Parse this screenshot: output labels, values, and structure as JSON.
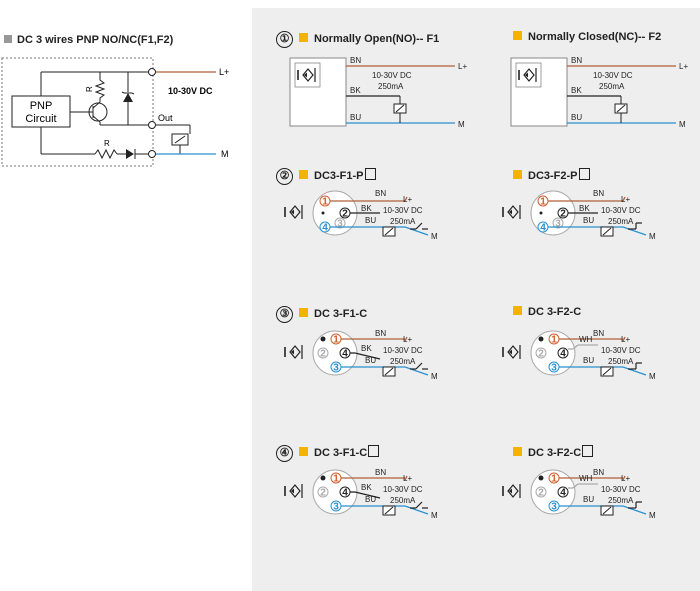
{
  "left": {
    "title": "DC 3 wires PNP NO/NC(F1,F2)",
    "pnp_line1": "PNP",
    "pnp_line2": "Circuit",
    "r_top": "R",
    "r_bottom": "R",
    "out": "Out",
    "lplus": "L+",
    "m": "M",
    "voltage": "10-30V DC"
  },
  "wiring": {
    "bn": "BN",
    "bk": "BK",
    "bu": "BU",
    "wh": "WH",
    "lplus": "L+",
    "m": "M",
    "voltage": "10-30V DC",
    "current": "250mA",
    "pin1": "1",
    "pin2": "2",
    "pin3": "3",
    "pin4": "4"
  },
  "sections": [
    {
      "num": "①",
      "left_title": "Normally Open(NO)-- F1",
      "right_title": "Normally Closed(NC)-- F2"
    },
    {
      "num": "②",
      "left_title": "DC3-F1-P",
      "right_title": "DC3-F2-P"
    },
    {
      "num": "③",
      "left_title": "DC 3-F1-C",
      "right_title": "DC 3-F2-C"
    },
    {
      "num": "④",
      "left_title": "DC 3-F1-C",
      "right_title": "DC 3-F2-C"
    }
  ],
  "colors": {
    "brown": "#b0603a",
    "blue": "#2a90d0",
    "black": "#222222",
    "gray": "#aaaaaa",
    "yellow": "#f2b400",
    "panel": "#eeeeee",
    "pin_red": "#d06030"
  }
}
